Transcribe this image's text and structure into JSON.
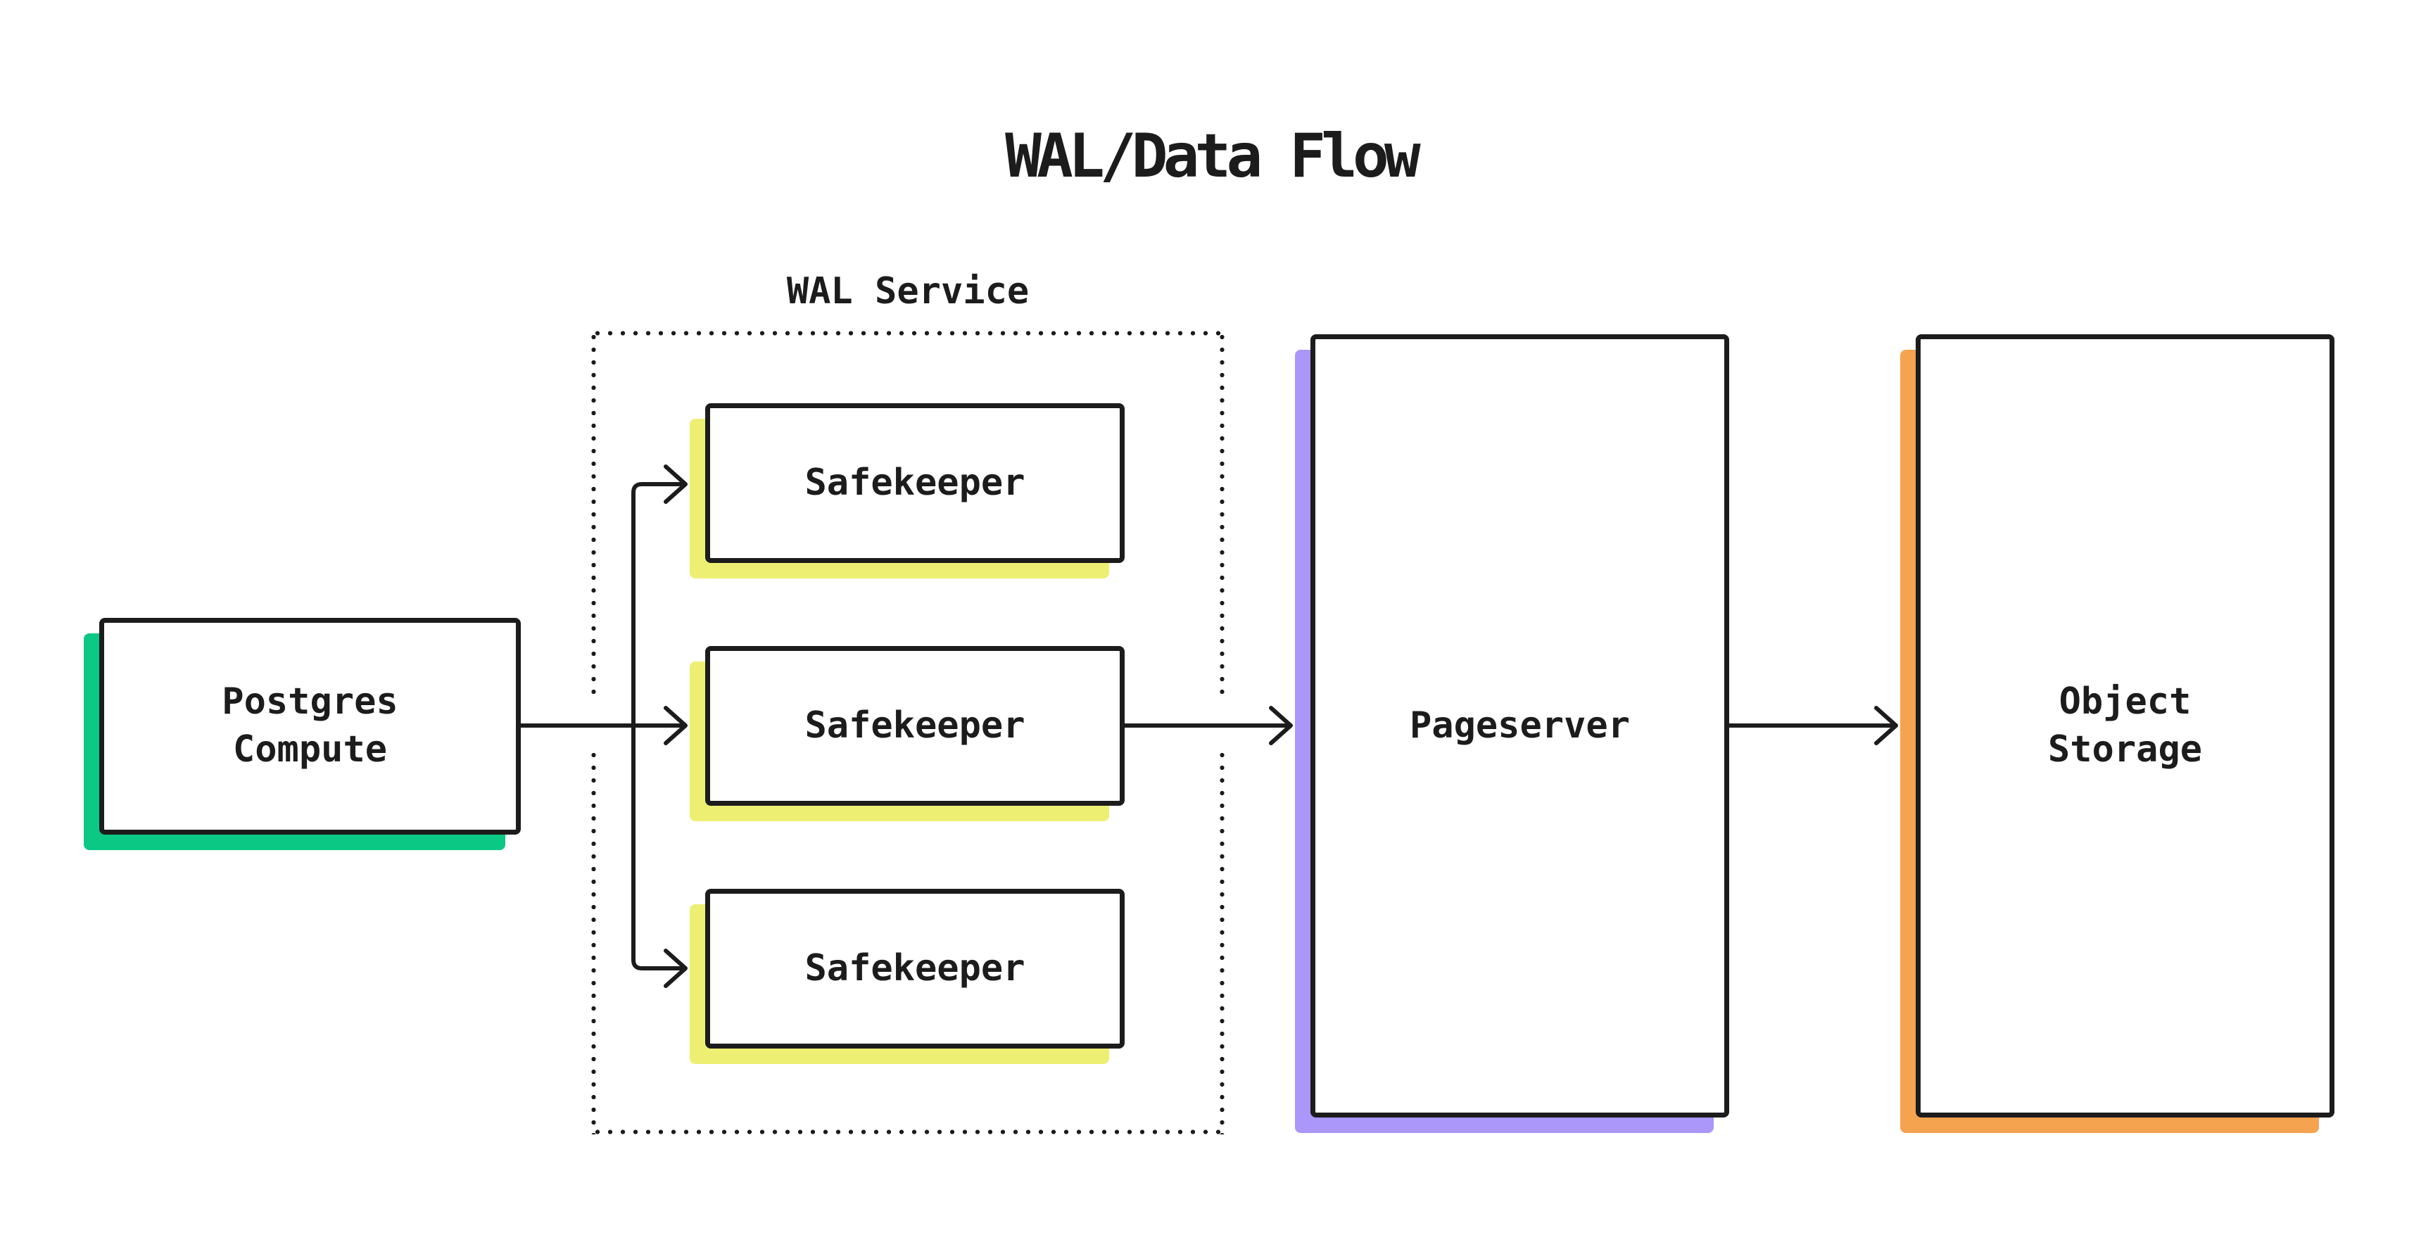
{
  "title": "WAL/Data Flow",
  "wal_service": {
    "label": "WAL Service"
  },
  "nodes": {
    "postgres": {
      "line1": "Postgres",
      "line2": "Compute"
    },
    "safekeepers": [
      "Safekeeper",
      "Safekeeper",
      "Safekeeper"
    ],
    "pageserver": {
      "label": "Pageserver"
    },
    "object_storage": {
      "line1": "Object",
      "line2": "Storage"
    }
  },
  "colors": {
    "background": "#ffffff",
    "ink": "#1c1c1c",
    "postgres_accent": "#0bc885",
    "safekeeper_accent": "#edef73",
    "pageserver_accent": "#ab97fa",
    "object_storage_accent": "#f6a350"
  }
}
